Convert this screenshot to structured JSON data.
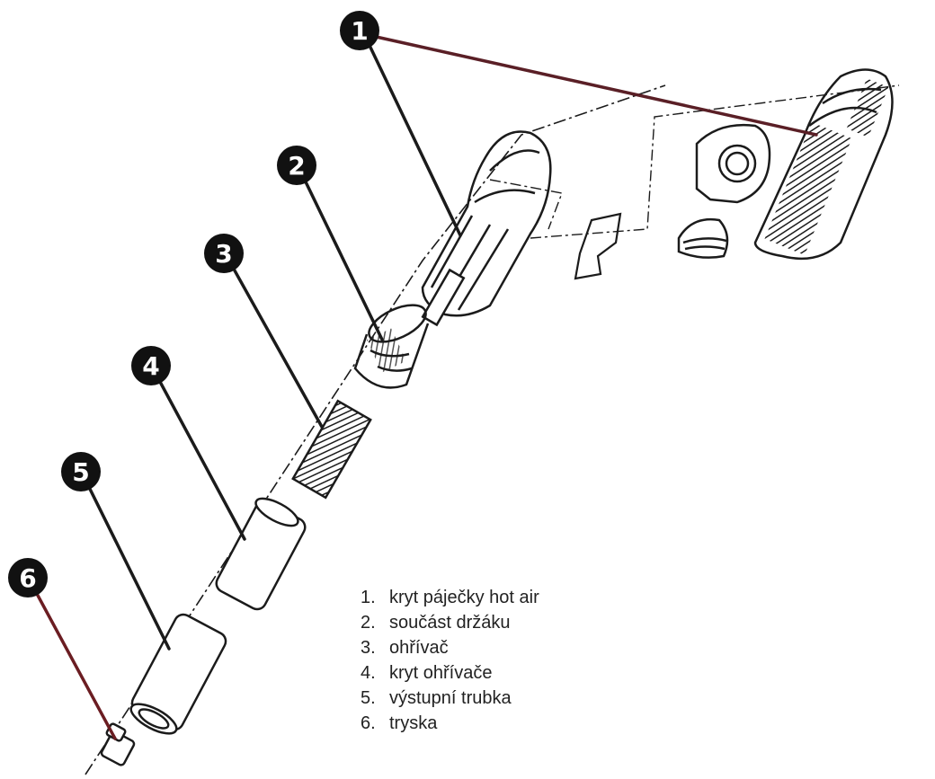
{
  "callouts": [
    "1",
    "2",
    "3",
    "4",
    "5",
    "6"
  ],
  "legend": [
    {
      "num": "1.",
      "label": "kryt páječky hot air"
    },
    {
      "num": "2.",
      "label": "součást držáku"
    },
    {
      "num": "3.",
      "label": "ohřívač"
    },
    {
      "num": "4.",
      "label": "kryt ohřívače"
    },
    {
      "num": "5.",
      "label": "výstupní trubka"
    },
    {
      "num": "6.",
      "label": "tryska"
    }
  ],
  "colors": {
    "ink": "#1b1b1b",
    "leader_1": "#5a1f26",
    "leader_6": "#6b1d22",
    "text": "#222222"
  }
}
